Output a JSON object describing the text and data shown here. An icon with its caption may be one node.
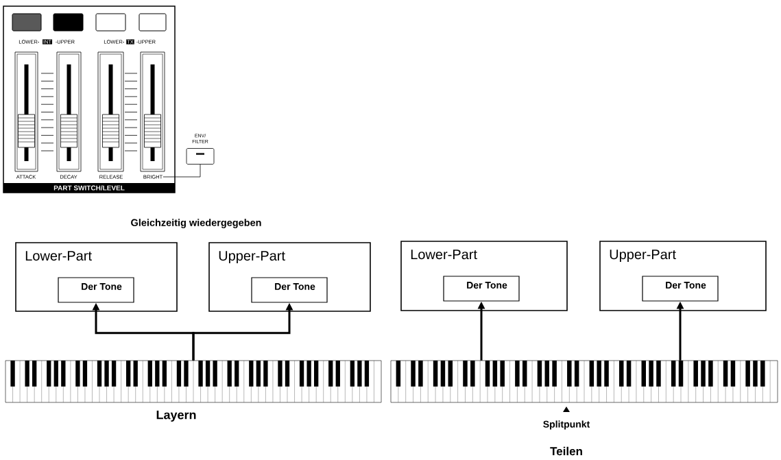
{
  "diagram": {
    "nodes": [
      {
        "text": [
          "Lower-Part"
        ]
      },
      {
        "text": [
          "Der Tone"
        ],
        "in": 0
      },
      {
        "text": [
          "Upper-Part"
        ]
      },
      {
        "text": [
          "Der Tone"
        ],
        "in": 2
      },
      {
        "text": [],
        "shape": "keyboard",
        "beside": [
          "Layern"
        ]
      },
      {
        "text": [
          "Lower-Part"
        ]
      },
      {
        "text": [
          "Der Tone"
        ],
        "in": 5
      },
      {
        "text": [
          "Upper-Part"
        ]
      },
      {
        "text": [
          "Der Tone"
        ],
        "in": 7
      },
      {
        "text": [],
        "shape": "keyboard",
        "beside": [
          "Splitpunkt",
          "Teilen"
        ]
      },
      {
        "text": [
          "BRIGHT"
        ]
      },
      {
        "text": [
          "ENV/ FILTER"
        ]
      }
    ],
    "edges": [
      {
        "from": 4,
        "to": 1,
        "arrow": "to"
      },
      {
        "from": 4,
        "to": 3,
        "arrow": "to"
      },
      {
        "from": 9,
        "to": 6,
        "arrow": "to"
      },
      {
        "from": 9,
        "to": 8,
        "arrow": "to"
      },
      {
        "from": 10,
        "to": 11,
        "arrow": "none"
      }
    ],
    "labels": [
      "LOWER-",
      "INT",
      "-UPPER",
      "LOWER-",
      "TX",
      "-UPPER",
      "ATTACK",
      "DECAY",
      "RELEASE",
      "PART SWITCH/LEVEL",
      "Gleichzeitig wiedergegeben"
    ]
  }
}
